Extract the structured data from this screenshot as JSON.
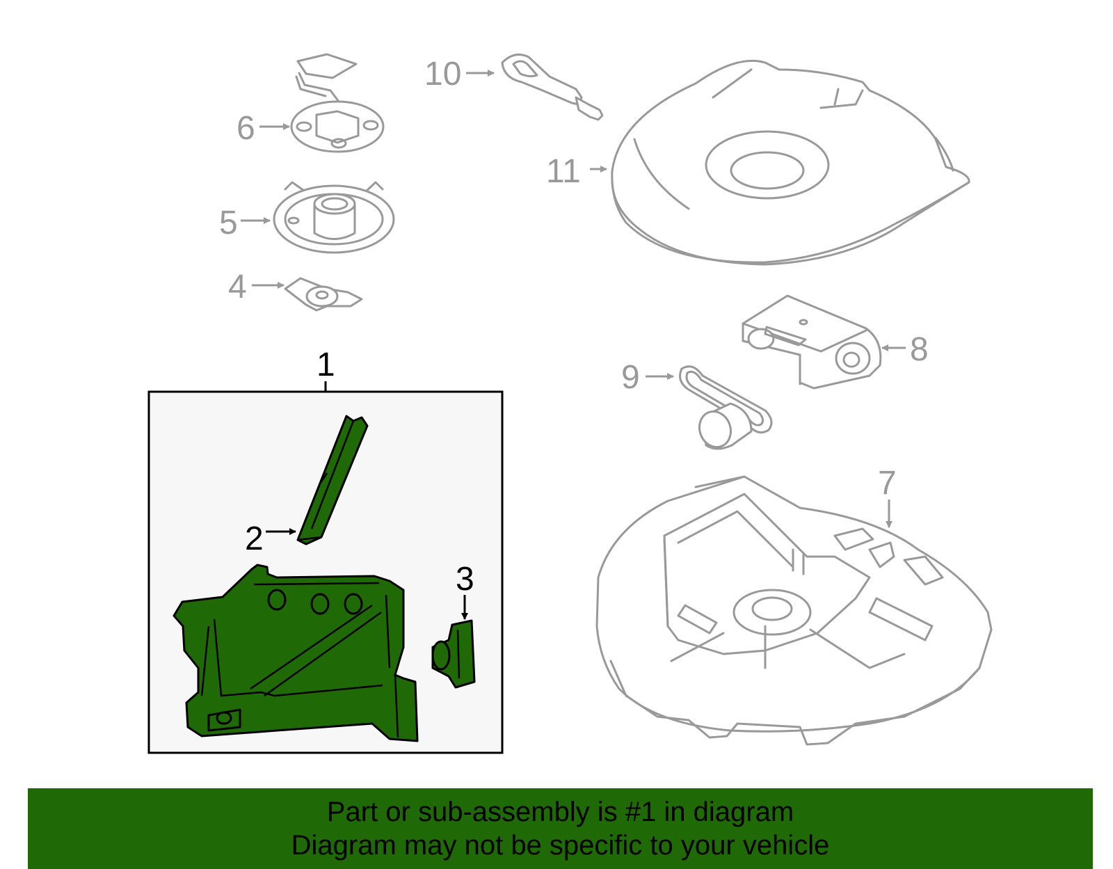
{
  "callouts": {
    "c1": "1",
    "c2": "2",
    "c3": "3",
    "c4": "4",
    "c5": "5",
    "c6": "6",
    "c7": "7",
    "c8": "8",
    "c9": "9",
    "c10": "10",
    "c11": "11"
  },
  "highlighted_part": "1",
  "colors": {
    "highlight_green": "#1f6a06",
    "inactive_gray": "#999999",
    "banner_green": "#1f6a06",
    "box_background": "#f7f7f7"
  },
  "banner": {
    "line1": "Part or sub-assembly is #1 in diagram",
    "line2": "Diagram may not be specific to your vehicle"
  }
}
